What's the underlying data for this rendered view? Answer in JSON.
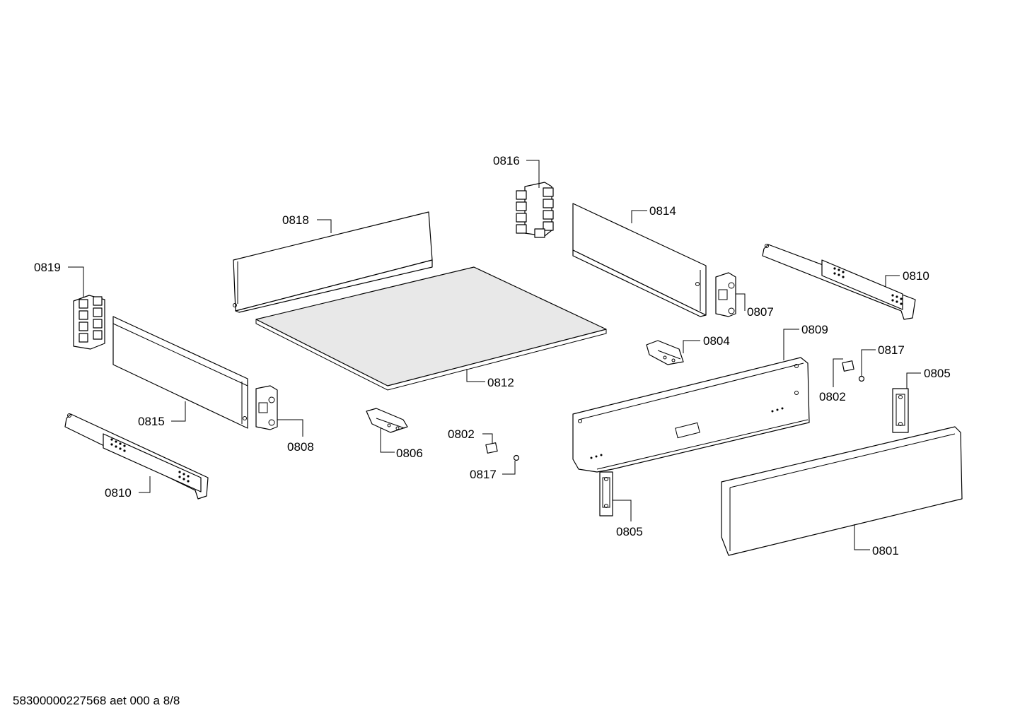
{
  "labels": {
    "l0816": "0816",
    "l0818": "0818",
    "l0814": "0814",
    "l0819": "0819",
    "l0810a": "0810",
    "l0807": "0807",
    "l0809": "0809",
    "l0804": "0804",
    "l0817a": "0817",
    "l0805a": "0805",
    "l0802a": "0802",
    "l0812": "0812",
    "l0815": "0815",
    "l0808": "0808",
    "l0806": "0806",
    "l0802b": "0802",
    "l0817b": "0817",
    "l0810b": "0810",
    "l0805b": "0805",
    "l0801": "0801"
  },
  "footer": "58300000227568 aet 000 a 8/8"
}
